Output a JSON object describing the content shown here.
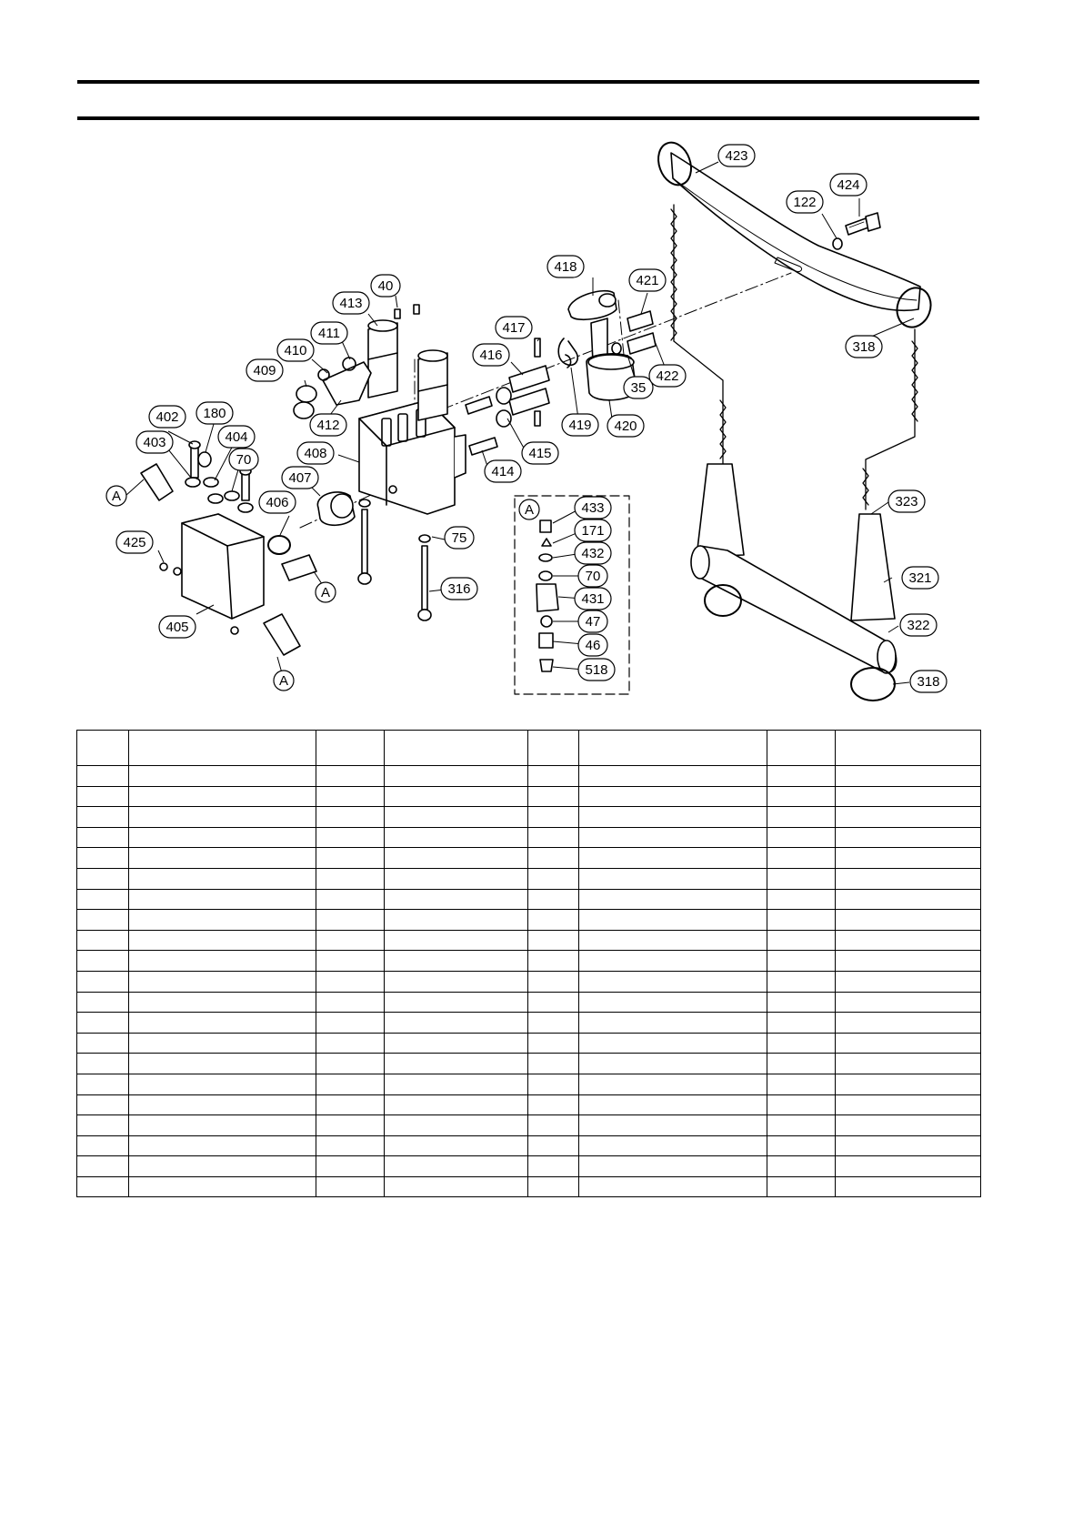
{
  "diagram": {
    "callouts": [
      {
        "id": "c423",
        "label": "423"
      },
      {
        "id": "c424",
        "label": "424"
      },
      {
        "id": "c122",
        "label": "122"
      },
      {
        "id": "c418",
        "label": "418"
      },
      {
        "id": "c421",
        "label": "421"
      },
      {
        "id": "c40",
        "label": "40"
      },
      {
        "id": "c413",
        "label": "413"
      },
      {
        "id": "c417",
        "label": "417"
      },
      {
        "id": "c411",
        "label": "411"
      },
      {
        "id": "c410",
        "label": "410"
      },
      {
        "id": "c416",
        "label": "416"
      },
      {
        "id": "c318a",
        "label": "318"
      },
      {
        "id": "c409",
        "label": "409"
      },
      {
        "id": "c35",
        "label": "35"
      },
      {
        "id": "c422",
        "label": "422"
      },
      {
        "id": "c412",
        "label": "412"
      },
      {
        "id": "c419",
        "label": "419"
      },
      {
        "id": "c420",
        "label": "420"
      },
      {
        "id": "c402",
        "label": "402"
      },
      {
        "id": "c180",
        "label": "180"
      },
      {
        "id": "c404",
        "label": "404"
      },
      {
        "id": "c403",
        "label": "403"
      },
      {
        "id": "c415",
        "label": "415"
      },
      {
        "id": "c70a",
        "label": "70"
      },
      {
        "id": "c408",
        "label": "408"
      },
      {
        "id": "c414",
        "label": "414"
      },
      {
        "id": "c407",
        "label": "407"
      },
      {
        "id": "c406",
        "label": "406"
      },
      {
        "id": "c433",
        "label": "433"
      },
      {
        "id": "c323",
        "label": "323"
      },
      {
        "id": "c171",
        "label": "171"
      },
      {
        "id": "c425",
        "label": "425"
      },
      {
        "id": "c75",
        "label": "75"
      },
      {
        "id": "c432",
        "label": "432"
      },
      {
        "id": "c70b",
        "label": "70"
      },
      {
        "id": "c321",
        "label": "321"
      },
      {
        "id": "c316",
        "label": "316"
      },
      {
        "id": "c431",
        "label": "431"
      },
      {
        "id": "c405",
        "label": "405"
      },
      {
        "id": "c47",
        "label": "47"
      },
      {
        "id": "c322",
        "label": "322"
      },
      {
        "id": "c46",
        "label": "46"
      },
      {
        "id": "c518",
        "label": "518"
      },
      {
        "id": "c318b",
        "label": "318"
      }
    ],
    "detail_markers": [
      {
        "id": "A1",
        "label": "A"
      },
      {
        "id": "A2",
        "label": "A"
      },
      {
        "id": "A3",
        "label": "A"
      },
      {
        "id": "A4",
        "label": "A"
      }
    ]
  },
  "table": {
    "columns": 8,
    "body_rows": 21
  }
}
